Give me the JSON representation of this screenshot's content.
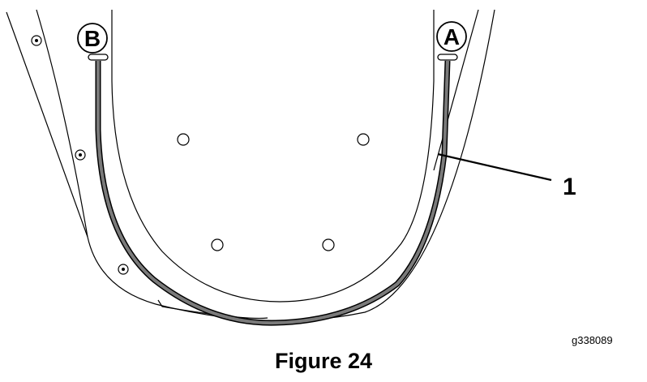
{
  "figure": {
    "callouts": {
      "a": "A",
      "b": "B",
      "one": "1"
    },
    "graphic_id": "g338089",
    "caption": "Figure 24"
  },
  "colors": {
    "line": "#000000",
    "belt_fill": "#7a7a7a",
    "background": "#ffffff"
  }
}
